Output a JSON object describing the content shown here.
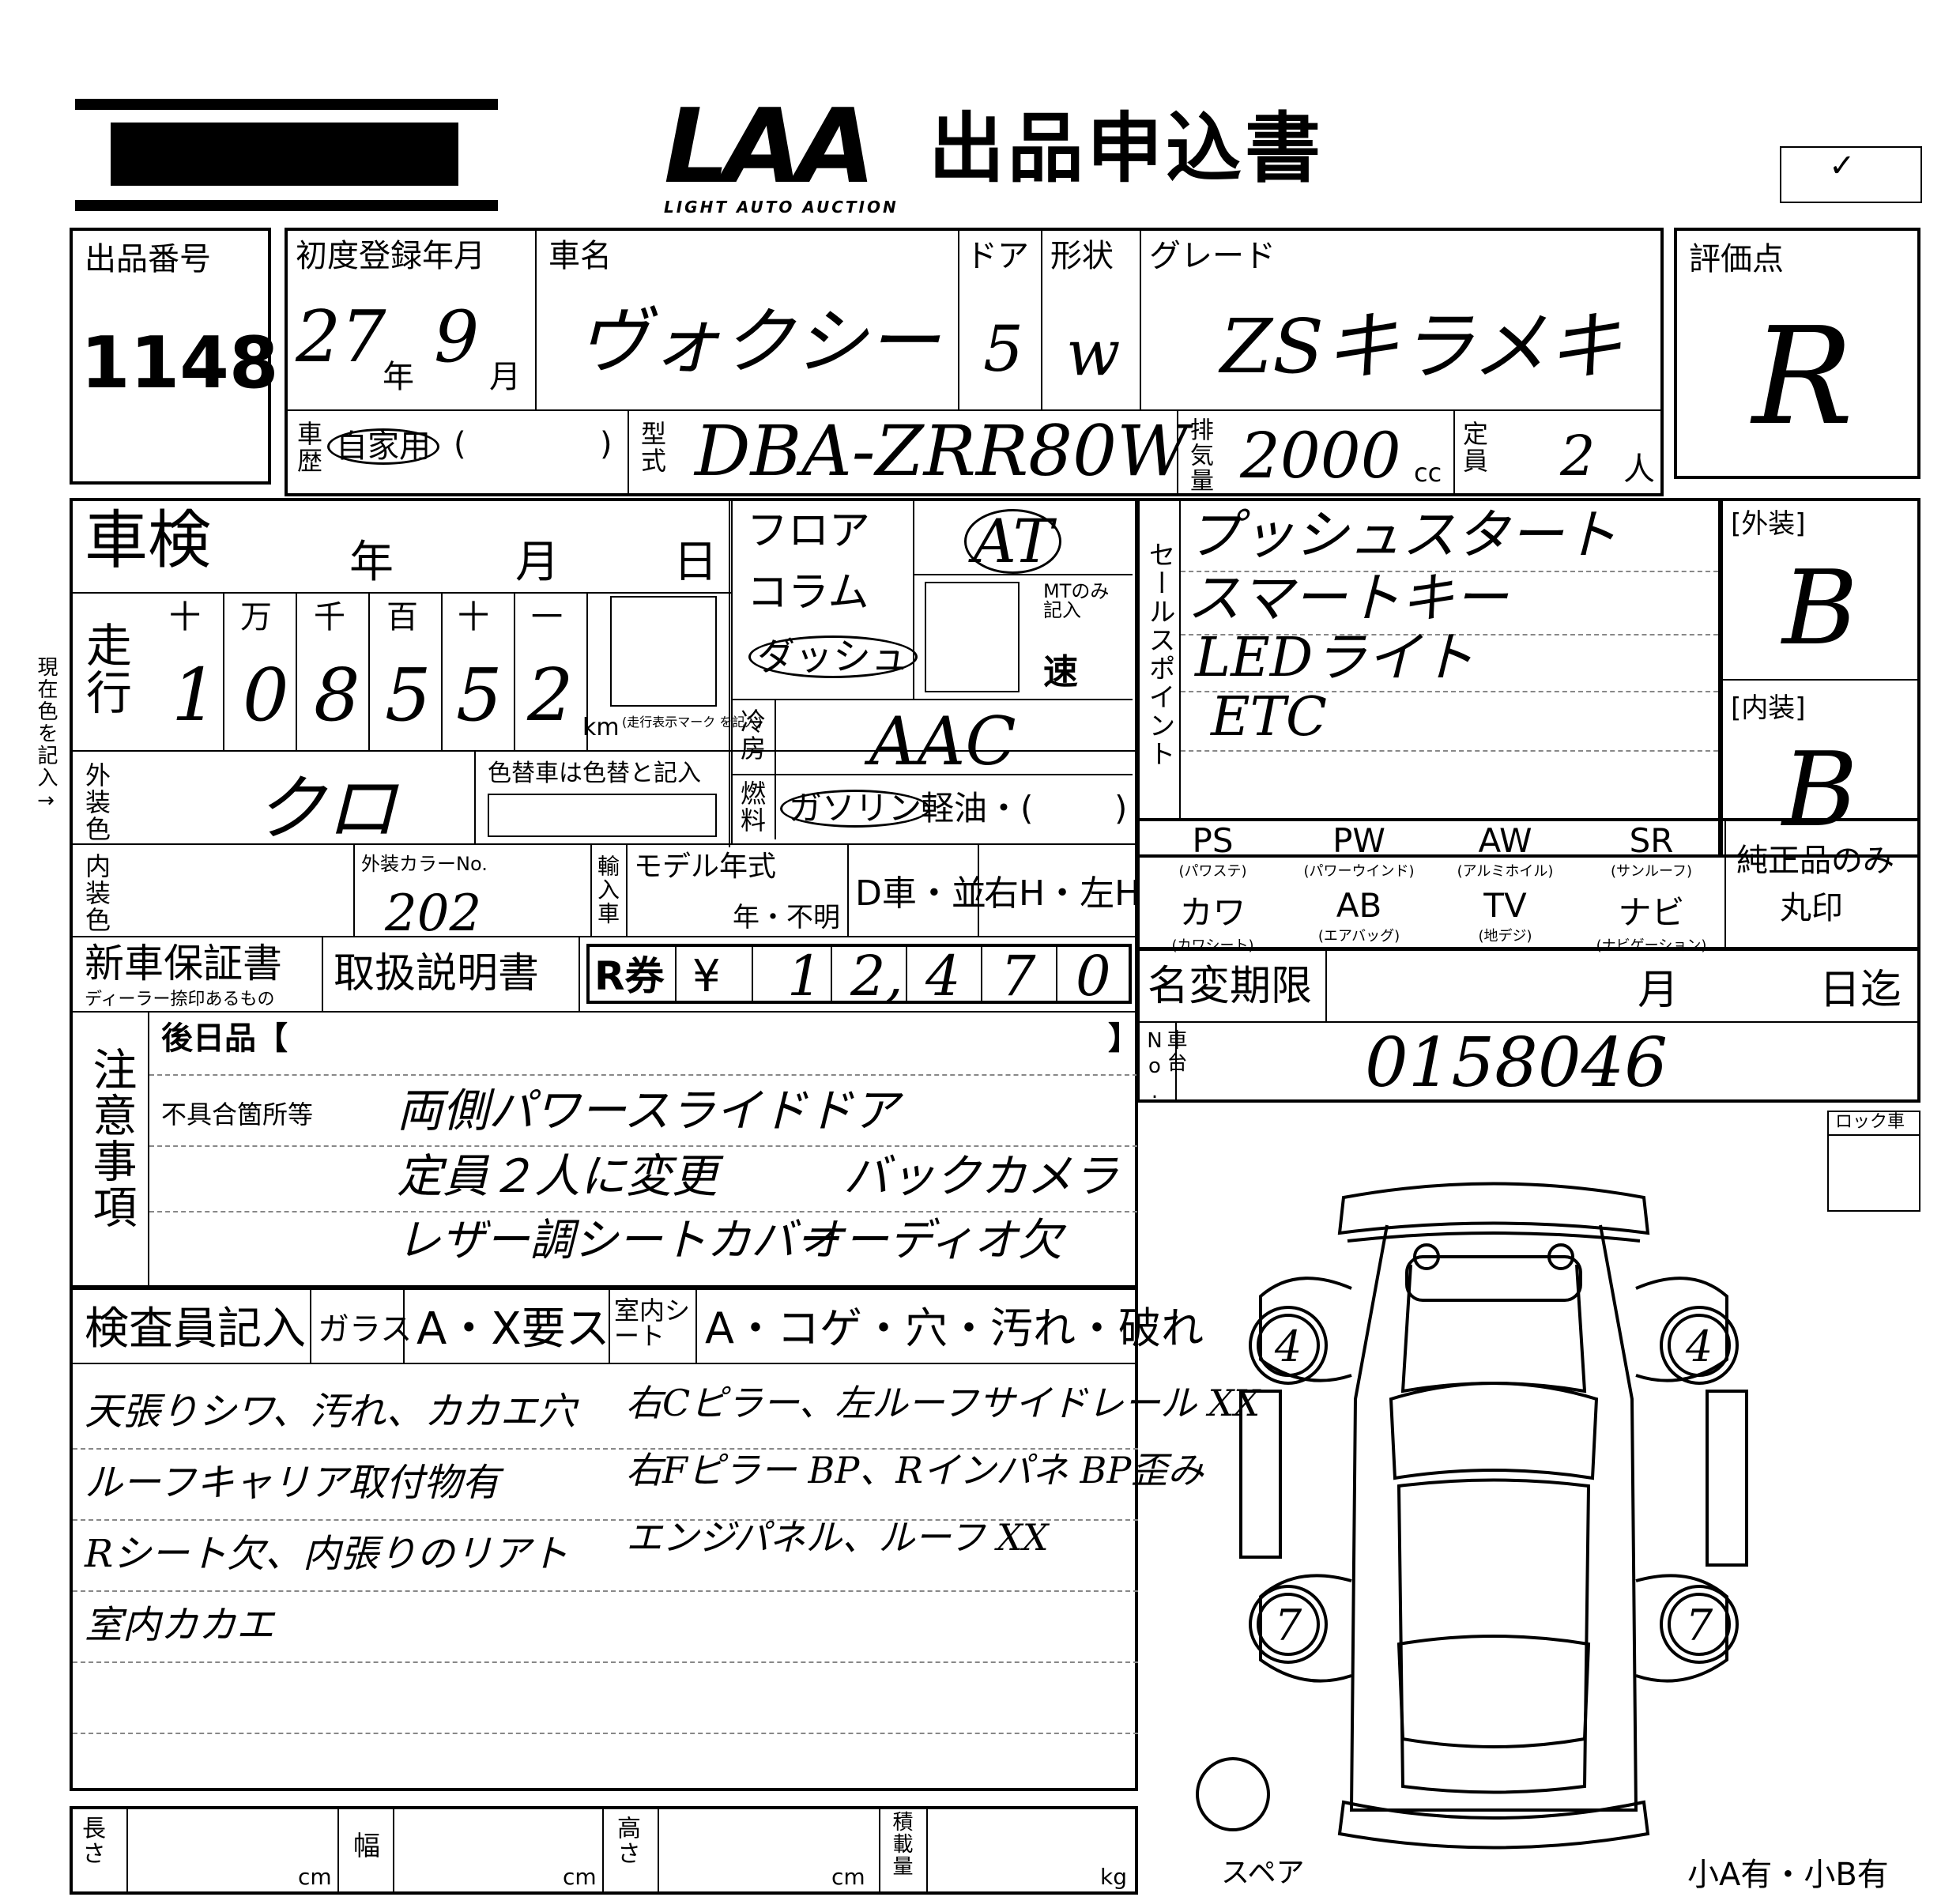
{
  "header": {
    "logo_text": "LAA",
    "logo_sub": "LIGHT AUTO AUCTION",
    "title": "出品申込書",
    "check_mark": "✓"
  },
  "labels": {
    "lot_number": "出品番号",
    "first_registration": "初度登録年月",
    "car_name": "車名",
    "door": "ドア",
    "shape": "形状",
    "grade": "グレード",
    "score": "評価点",
    "vehicle_history": "車歴",
    "own_use": "自家用",
    "paren_open": "(",
    "paren_close": ")",
    "model_type": "型式",
    "displacement": "排気量",
    "capacity": "定員",
    "shaken": "車検",
    "year": "年",
    "month": "月",
    "day": "日",
    "mileage": "走行",
    "digits": [
      "十",
      "万",
      "千",
      "百",
      "十",
      "一"
    ],
    "km": "km",
    "odometer_note": "(走行表示マーク を記入)",
    "floor": "フロア",
    "column": "コラム",
    "dash": "ダッシュ",
    "mt_note": "MTのみ 記入",
    "speed": "速",
    "cooling": "冷房",
    "fuel": "燃料",
    "gasoline": "ガソリン",
    "diesel": "軽油・(",
    "exterior_color": "外装色",
    "color_change": "色替車は色替と記入",
    "interior_color": "内装色",
    "exterior_color_no": "外装カラーNo.",
    "imported": "輸入車",
    "model_year": "モデル年式",
    "year_unknown": "年・不明",
    "dealer": "D車・並",
    "handle": "右H・左H",
    "sales_points": "セールスポイント",
    "current_color": "現在色を記入→",
    "ext_grade": "[外装]",
    "int_grade": "[内装]",
    "opt_ps": "PS",
    "opt_ps_sub": "(パワステ)",
    "opt_pw": "PW",
    "opt_pw_sub": "(パワーウインド)",
    "opt_aw": "AW",
    "opt_aw_sub": "(アルミホイル)",
    "opt_sr": "SR",
    "opt_sr_sub": "(サンルーフ)",
    "opt_kawa": "カワ",
    "opt_kawa_sub": "(カワシート)",
    "opt_ab": "AB",
    "opt_ab_sub": "(エアバッグ)",
    "opt_tv": "TV",
    "opt_tv_sub": "(地デジ)",
    "opt_navi": "ナビ",
    "opt_navi_sub": "(ナビゲーション)",
    "genuine_only": "純正品のみ",
    "circle_mark": "丸印",
    "warranty": "新車保証書",
    "warranty_sub": "ディーラー捺印あるもの",
    "manual": "取扱説明書",
    "recycle": "R券",
    "yen": "¥",
    "name_change": "名変期限",
    "until": "日迄",
    "chassis_no": "車台No.",
    "notes": "注意事項",
    "later_items": "後日品【",
    "later_close": "】",
    "defects": "不具合箇所等",
    "lock_car": "ロック車",
    "inspector": "検査員記入",
    "glass": "ガラス",
    "glass_opts": "A・X要ス",
    "interior_seat": "室内シート",
    "seat_opts": "A・コゲ・穴・汚れ・破れ",
    "length": "長さ",
    "width": "幅",
    "height": "高さ",
    "load": "積載量",
    "cm": "cm",
    "kg": "kg",
    "spare": "スペア",
    "small_a": "小A有・小B有"
  },
  "values": {
    "lot_number": "1148",
    "reg_year": "27",
    "reg_year_unit": "年",
    "reg_month": "9",
    "reg_month_unit": "月",
    "car_name": "ヴォクシー",
    "door": "5",
    "shape": "w",
    "grade": "ZSキラメキ",
    "score": "R",
    "model_type": "DBA-ZRR80W",
    "displacement": "2000",
    "displacement_unit": "cc",
    "capacity": "2",
    "capacity_unit": "人",
    "mileage_digits": [
      "1",
      "0",
      "8",
      "5",
      "5",
      "2"
    ],
    "transmission": "AT",
    "cooling": "AAC",
    "exterior_color": "クロ",
    "color_no": "202",
    "sales_points": [
      "プッシュスタート",
      "スマートキー",
      "LEDライト",
      "ETC"
    ],
    "ext_grade": "B",
    "int_grade": "B",
    "recycle_digits": [
      "1",
      "2,",
      "4",
      "7",
      "0"
    ],
    "chassis_no": "0158046",
    "notes": [
      "両側パワースライドドア",
      "定員２人に変更",
      "バックカメラ",
      "レザー調シートカバー",
      "オーディオ欠"
    ],
    "inspector_left": [
      "天張りシワ、汚れ、カカエ穴",
      "ルーフキャリア取付物有",
      "Rシート欠、内張りのリアト",
      "室内カカエ"
    ],
    "inspector_right": [
      "右Cピラー、左ルーフサイドレール XX",
      "右Fピラー BP、Rインパネ BP歪み",
      "エンジパネル、ルーフ XX"
    ],
    "tires": [
      "4",
      "4",
      "7",
      "7"
    ]
  }
}
